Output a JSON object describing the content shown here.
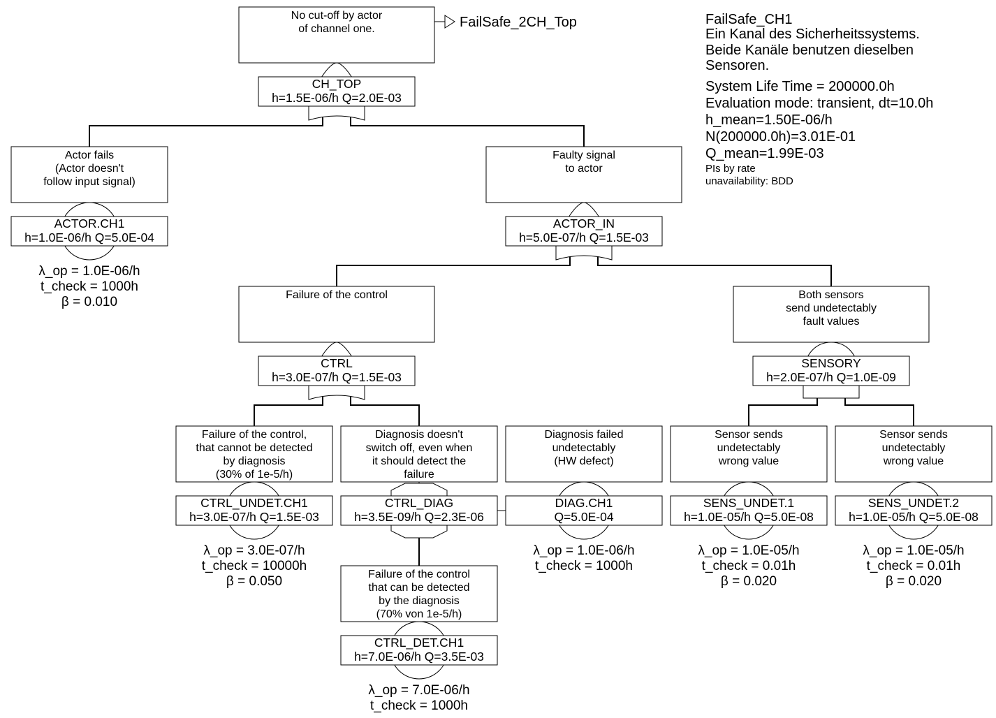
{
  "info": {
    "title": "FailSafe_CH1",
    "description_lines": [
      "Ein Kanal des Sicherheitssystems.",
      "Beide Kanäle benutzen dieselben",
      "Sensoren."
    ],
    "life_time": "System Life Time = 200000.0h",
    "eval_mode": "Evaluation mode: transient, dt=10.0h",
    "h_mean": "h_mean=1.50E-06/h",
    "n_value": "N(200000.0h)=3.01E-01",
    "q_mean": "Q_mean=1.99E-03",
    "pis": "PIs by rate",
    "unavail": "unavailability: BDD"
  },
  "transfer_out": {
    "label": "FailSafe_2CH_Top"
  },
  "nodes": [
    {
      "id": "CH_TOP",
      "desc": [
        "No cut-off by actor",
        "of channel one."
      ],
      "name": "CH_TOP",
      "vals": "h=1.5E-06/h Q=2.0E-03",
      "gate": "or",
      "params": []
    },
    {
      "id": "ACTOR_CH1",
      "desc": [
        "Actor fails",
        "(Actor doesn't",
        "follow input signal)"
      ],
      "name": "ACTOR.CH1",
      "vals": "h=1.0E-06/h Q=5.0E-04",
      "gate": "basic",
      "params": [
        "λ_op = 1.0E-06/h",
        "t_check = 1000h",
        "β = 0.010"
      ]
    },
    {
      "id": "ACTOR_IN",
      "desc": [
        "Faulty signal",
        "to actor"
      ],
      "name": "ACTOR_IN",
      "vals": "h=5.0E-07/h Q=1.5E-03",
      "gate": "or",
      "params": []
    },
    {
      "id": "CTRL",
      "desc": [
        "Failure of the control"
      ],
      "name": "CTRL",
      "vals": "h=3.0E-07/h Q=1.5E-03",
      "gate": "or",
      "params": []
    },
    {
      "id": "SENSORY",
      "desc": [
        "Both sensors",
        "send undetectably",
        "fault values"
      ],
      "name": "SENSORY",
      "vals": "h=2.0E-07/h Q=1.0E-09",
      "gate": "and",
      "params": []
    },
    {
      "id": "CTRL_UNDET_CH1",
      "desc": [
        "Failure of the control,",
        "that cannot be detected",
        "by diagnosis",
        "(30% of 1e-5/h)"
      ],
      "name": "CTRL_UNDET.CH1",
      "vals": "h=3.0E-07/h Q=1.5E-03",
      "gate": "basic",
      "params": [
        "λ_op = 3.0E-07/h",
        "t_check = 10000h",
        "β = 0.050"
      ]
    },
    {
      "id": "CTRL_DIAG",
      "desc": [
        "Diagnosis doesn't",
        "switch off, even when",
        "it should detect the",
        "failure"
      ],
      "name": "CTRL_DIAG",
      "vals": "h=3.5E-09/h Q=2.3E-06",
      "gate": "inhibit",
      "params": []
    },
    {
      "id": "DIAG_CH1",
      "desc": [
        "Diagnosis failed",
        "undetectably",
        "(HW defect)"
      ],
      "name": "DIAG.CH1",
      "vals": "Q=5.0E-04",
      "gate": "basic",
      "params": [
        "λ_op = 1.0E-06/h",
        "t_check = 1000h"
      ]
    },
    {
      "id": "SENS_UNDET_1",
      "desc": [
        "Sensor sends",
        "undetectably",
        "wrong value"
      ],
      "name": "SENS_UNDET.1",
      "vals": "h=1.0E-05/h Q=5.0E-08",
      "gate": "basic",
      "params": [
        "λ_op = 1.0E-05/h",
        "t_check = 0.01h",
        "β = 0.020"
      ]
    },
    {
      "id": "SENS_UNDET_2",
      "desc": [
        "Sensor sends",
        "undetectably",
        "wrong value"
      ],
      "name": "SENS_UNDET.2",
      "vals": "h=1.0E-05/h Q=5.0E-08",
      "gate": "basic",
      "params": [
        "λ_op = 1.0E-05/h",
        "t_check = 0.01h",
        "β = 0.020"
      ]
    },
    {
      "id": "CTRL_DET_CH1",
      "desc": [
        "Failure of the control",
        "that can be detected",
        "by the diagnosis",
        "(70% von 1e-5/h)"
      ],
      "name": "CTRL_DET.CH1",
      "vals": "h=7.0E-06/h Q=3.5E-03",
      "gate": "basic",
      "params": [
        "λ_op = 7.0E-06/h",
        "t_check = 1000h"
      ]
    }
  ]
}
